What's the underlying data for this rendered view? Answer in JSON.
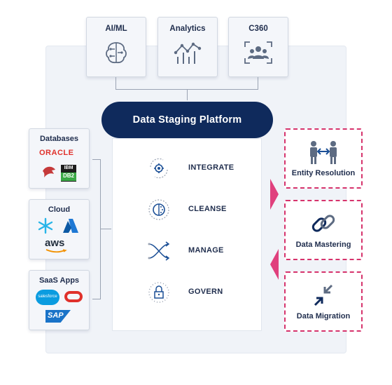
{
  "top_cards": [
    {
      "label": "AI/ML",
      "icon": "brain-circuit-icon"
    },
    {
      "label": "Analytics",
      "icon": "line-chart-icon"
    },
    {
      "label": "C360",
      "icon": "customer-group-icon"
    }
  ],
  "platform": {
    "title": "Data Staging Platform"
  },
  "steps": [
    {
      "label": "INTEGRATE",
      "icon": "gear-cycle-icon"
    },
    {
      "label": "CLEANSE",
      "icon": "cleanse-circle-icon"
    },
    {
      "label": "MANAGE",
      "icon": "crossing-arrows-icon"
    },
    {
      "label": "GOVERN",
      "icon": "lock-circle-icon"
    }
  ],
  "sources": [
    {
      "label": "Databases",
      "logos": [
        "ORACLE",
        "IBM",
        "DB2"
      ]
    },
    {
      "label": "Cloud",
      "logos": [
        "aws"
      ]
    },
    {
      "label": "SaaS Apps",
      "logos": [
        "salesforce",
        "SAP"
      ]
    }
  ],
  "outputs": [
    {
      "label": "Entity Resolution",
      "icon": "people-exchange-icon"
    },
    {
      "label": "Data Mastering",
      "icon": "chain-link-icon"
    },
    {
      "label": "Data Migration",
      "icon": "arrows-inward-icon"
    }
  ],
  "colors": {
    "navy": "#0f2a5c",
    "accent_pink": "#e0407d",
    "slate_icon": "#5d6b82",
    "blue_icon": "#1b4f96"
  }
}
